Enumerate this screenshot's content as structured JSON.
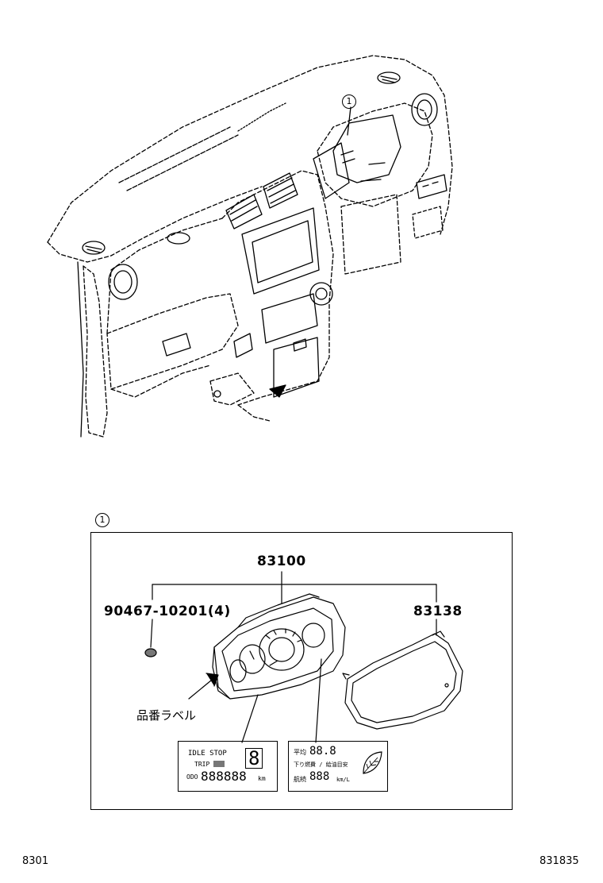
{
  "callouts": {
    "top_ref": "1",
    "detail_ref": "1"
  },
  "parts": {
    "cluster": "83100",
    "lens": "83138",
    "screw": "90467-10201(4)"
  },
  "labels": {
    "part_number_label": "品番ラベル"
  },
  "lcd_left": {
    "idle_stop": "IDLE STOP",
    "trip": "TRIP",
    "odo": "ODO",
    "digit": "8",
    "odo_digits": "888888",
    "unit": "km"
  },
  "lcd_right": {
    "line1_prefix": "平均",
    "line1_digits": "88.8",
    "line2": "下り燃費 / 給油目安",
    "line3_prefix": "航続",
    "line3_digits": "888",
    "unit": "km/L"
  },
  "footer": {
    "left_code": "8301",
    "right_code": "831835"
  }
}
